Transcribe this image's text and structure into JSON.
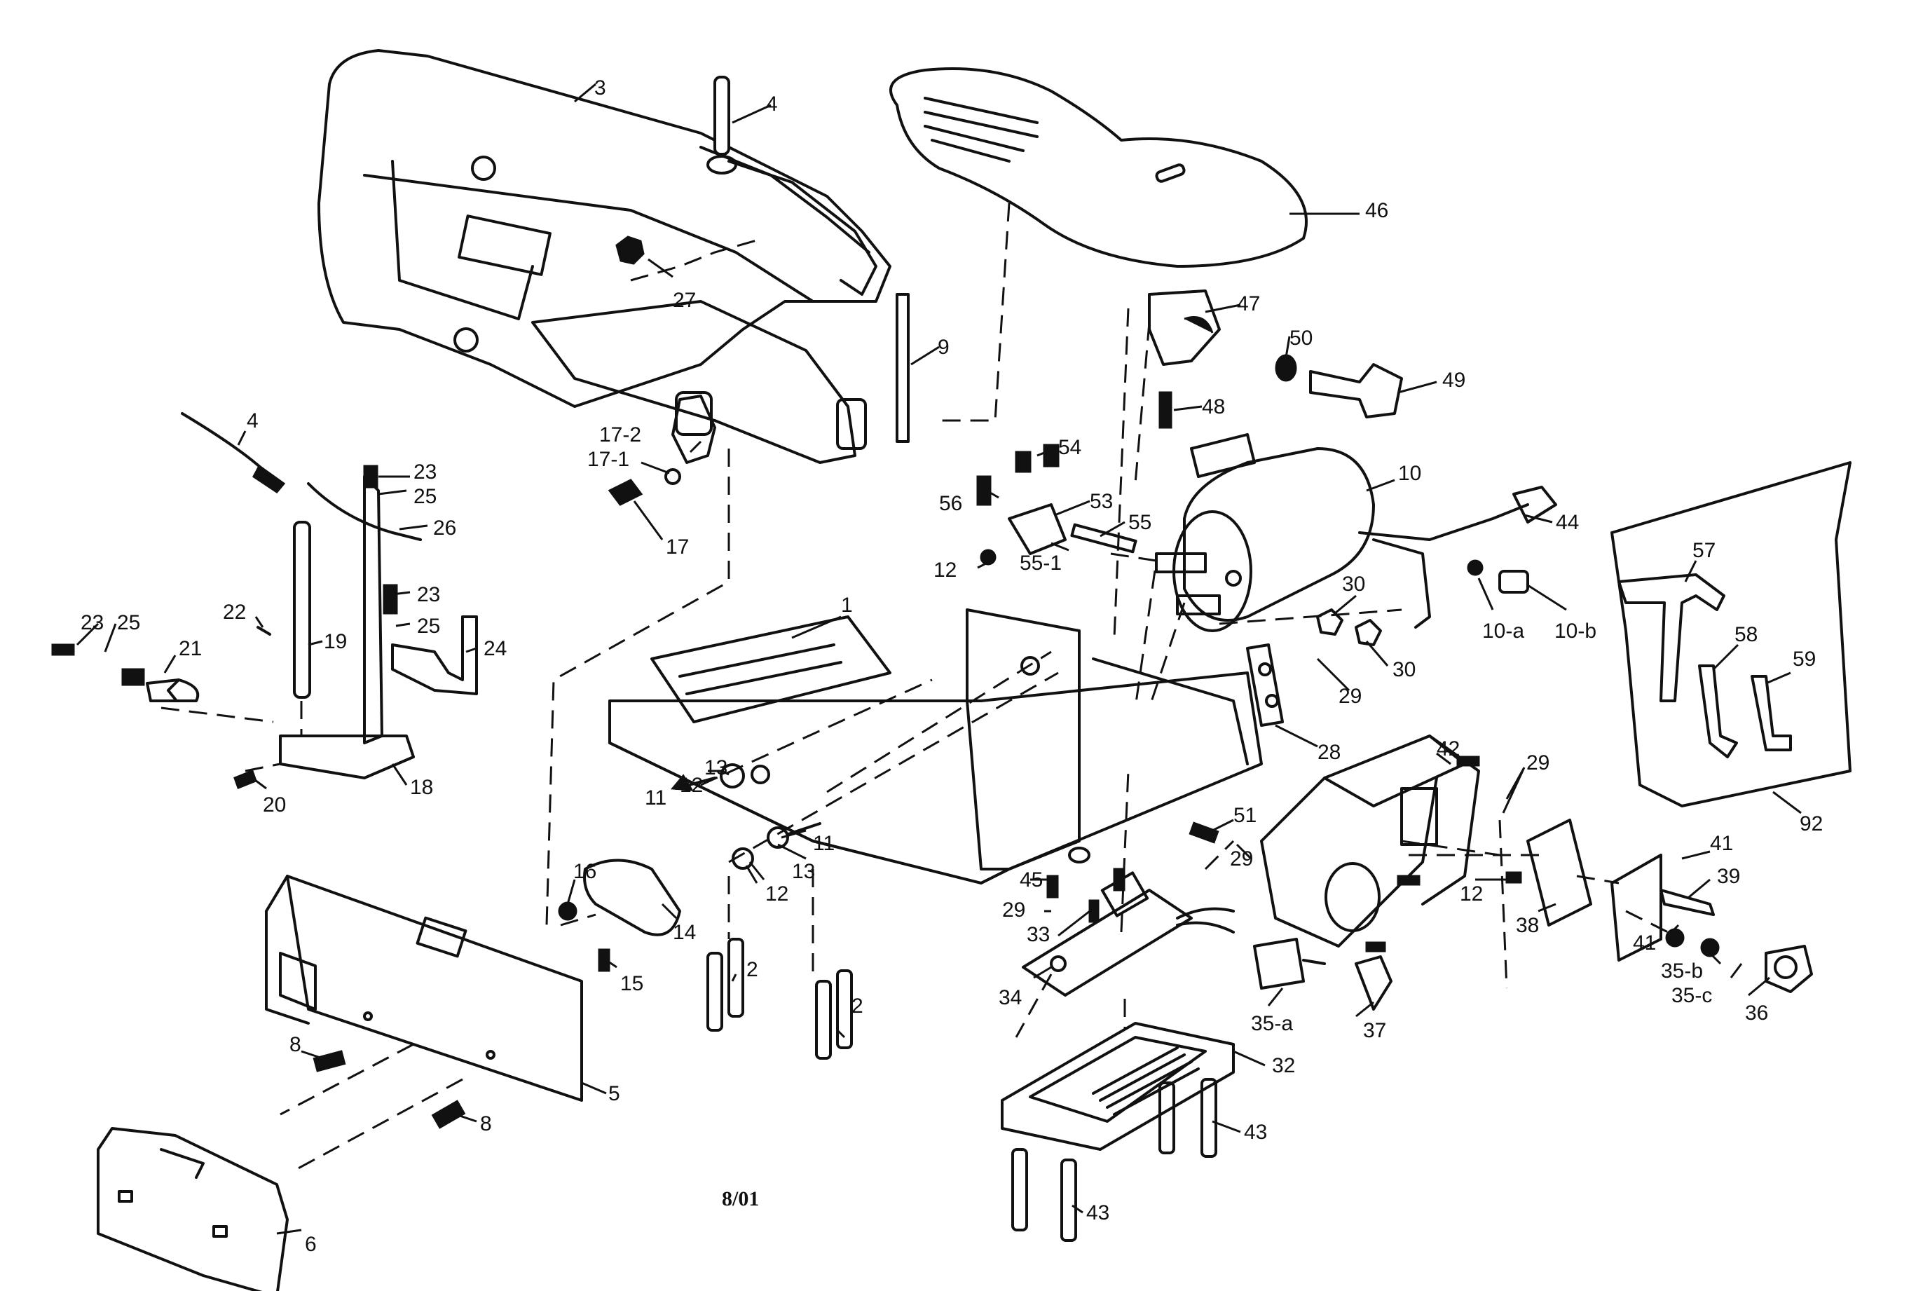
{
  "callouts": {
    "c3": "3",
    "c4a": "4",
    "c46": "46",
    "c27": "27",
    "c9": "9",
    "c47": "47",
    "c50": "50",
    "c49": "49",
    "c48": "48",
    "c54": "54",
    "c53": "53",
    "c56": "56",
    "c55": "55",
    "c55_1": "55-1",
    "c12a": "12",
    "c10": "10",
    "c44": "44",
    "c10a": "10-a",
    "c10b": "10-b",
    "c30a": "30",
    "c30b": "30",
    "c29a": "29",
    "c28": "28",
    "c17_2": "17-2",
    "c17_1": "17-1",
    "c17": "17",
    "c4b": "4",
    "c23a": "23",
    "c25a": "25",
    "c26": "26",
    "c23b": "23",
    "c25b": "25",
    "c22": "22",
    "c23c": "23",
    "c25c": "25",
    "c19": "19",
    "c24": "24",
    "c21": "21",
    "c18": "18",
    "c20": "20",
    "c1": "1",
    "c13a": "13",
    "c12b": "12",
    "c11a": "11",
    "c11b": "11",
    "c13b": "13",
    "c12c": "12",
    "c16": "16",
    "c14": "14",
    "c15": "15",
    "c2a": "2",
    "c2b": "2",
    "c8a": "8",
    "c8b": "8",
    "c5": "5",
    "c6": "6",
    "c42": "42",
    "c29b": "29",
    "c51": "51",
    "c29c": "29",
    "c12d": "12",
    "c45": "45",
    "c29d": "29",
    "c33": "33",
    "c34": "34",
    "c35a": "35-a",
    "c37": "37",
    "c32": "32",
    "c43a": "43",
    "c43b": "43",
    "c38": "38",
    "c41a": "41",
    "c39": "39",
    "c41b": "41",
    "c35b": "35-b",
    "c35c": "35-c",
    "c36": "36",
    "c57": "57",
    "c58": "58",
    "c59": "59",
    "c92": "92"
  },
  "stamp": "8/01"
}
